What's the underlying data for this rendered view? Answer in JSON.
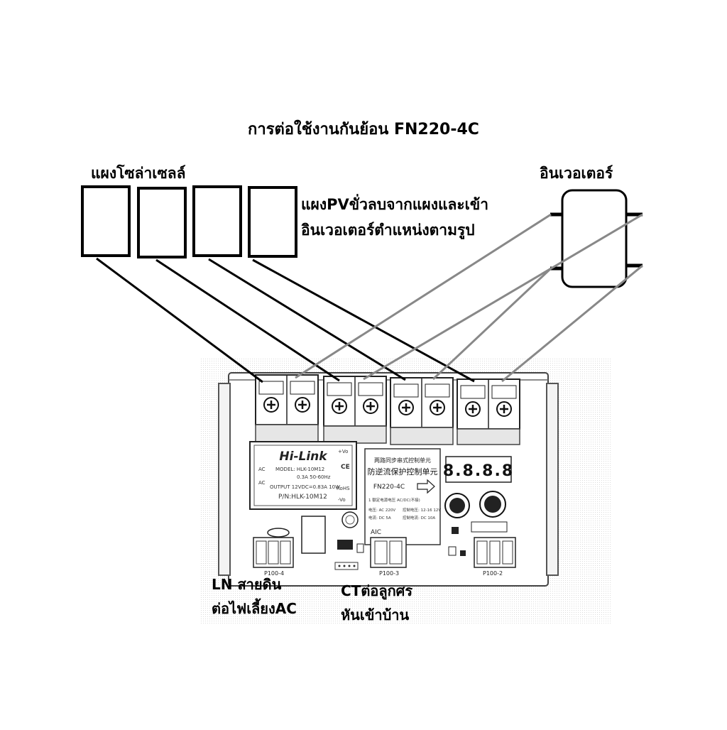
{
  "title": "การต่อใช้งานกันย้อน FN220-4C",
  "labels": {
    "solar_panels": "แผงโซล่าเซลล์",
    "inverter": "อินเวอเตอร์",
    "pv_note_line1": "แผงPVขั่วลบจากแผงและเข้า",
    "pv_note_line2": "อินเวอเตอร์ตำแหน่งตามรูป",
    "ln_line1": "LN สายดิน",
    "ln_line2": "ต่อไฟเลี้ยงAC",
    "ct_line1": "CTต่อลูกศร",
    "ct_line2": "หันเข้าบ้าน"
  },
  "board": {
    "module_brand": "Hi-Link",
    "module_model": "MODEL: HLK-10M12",
    "module_input": "0.3A 50-60Hz",
    "module_output": "OUTPUT 12VDC=0.83A 10W",
    "module_part": "P/N:HLK-10M12",
    "module_ac1": "AC",
    "module_ac2": "AC",
    "module_vplus": "+Vo",
    "module_vminus": "-Vo",
    "module_ce": "CE",
    "module_rohs": "RoHS",
    "cn_header": "两路同步串式控制单元",
    "cn_title": "防逆流保护控制单元",
    "model": "FN220-4C",
    "display": "8.8.8.8",
    "spec_line1": "1 额定电源电压  AC/DC(不接)",
    "spec_col1": [
      "电压: AC 220V",
      "电流: DC 5A"
    ],
    "spec_col2": [
      "控制电压: 12-16 12V",
      "控制电流: DC 10A"
    ],
    "ac_mark": "AIC",
    "port_left": "P100-4",
    "port_center": "P100-3",
    "port_right": "P100-2"
  },
  "colors": {
    "panel_wire": "#000000",
    "inverter_wire": "#888888",
    "board_line": "#333333"
  }
}
